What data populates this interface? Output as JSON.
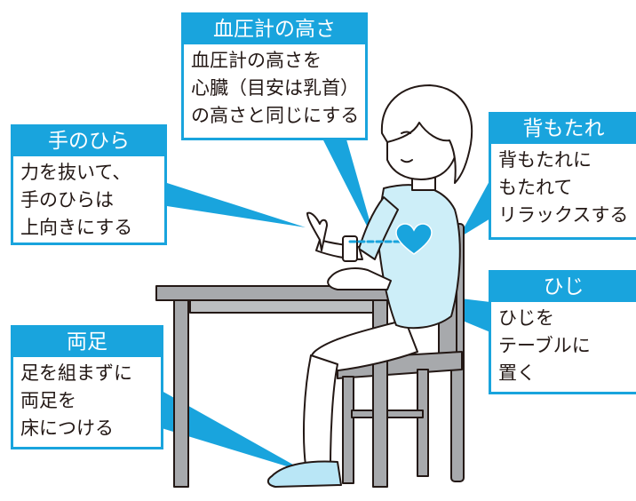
{
  "colors": {
    "accent": "#19a4dd",
    "shirt": "#cdeef8",
    "slipper": "#b9e6f6",
    "heart": "#19a4dd",
    "furniture": "#a7a9ac",
    "outline": "#231815"
  },
  "callouts": {
    "bp_height": {
      "title": "血圧計の高さ",
      "lines": [
        "血圧計の高さを",
        "心臓（目安は乳首）",
        "の高さと同じにする"
      ]
    },
    "palm": {
      "title": "手のひら",
      "lines": [
        "力を抜いて、",
        "手のひらは",
        "上向きにする"
      ]
    },
    "backrest": {
      "title": "背もたれ",
      "lines": [
        "背もたれに",
        "もたれて",
        "リラックスする"
      ]
    },
    "elbow": {
      "title": "ひじ",
      "lines": [
        "ひじを",
        "テーブルに",
        "置く"
      ]
    },
    "feet": {
      "title": "両足",
      "lines": [
        "足を組まずに",
        "両足を",
        "床につける"
      ]
    }
  },
  "icons": {
    "heart": "heart-icon"
  }
}
